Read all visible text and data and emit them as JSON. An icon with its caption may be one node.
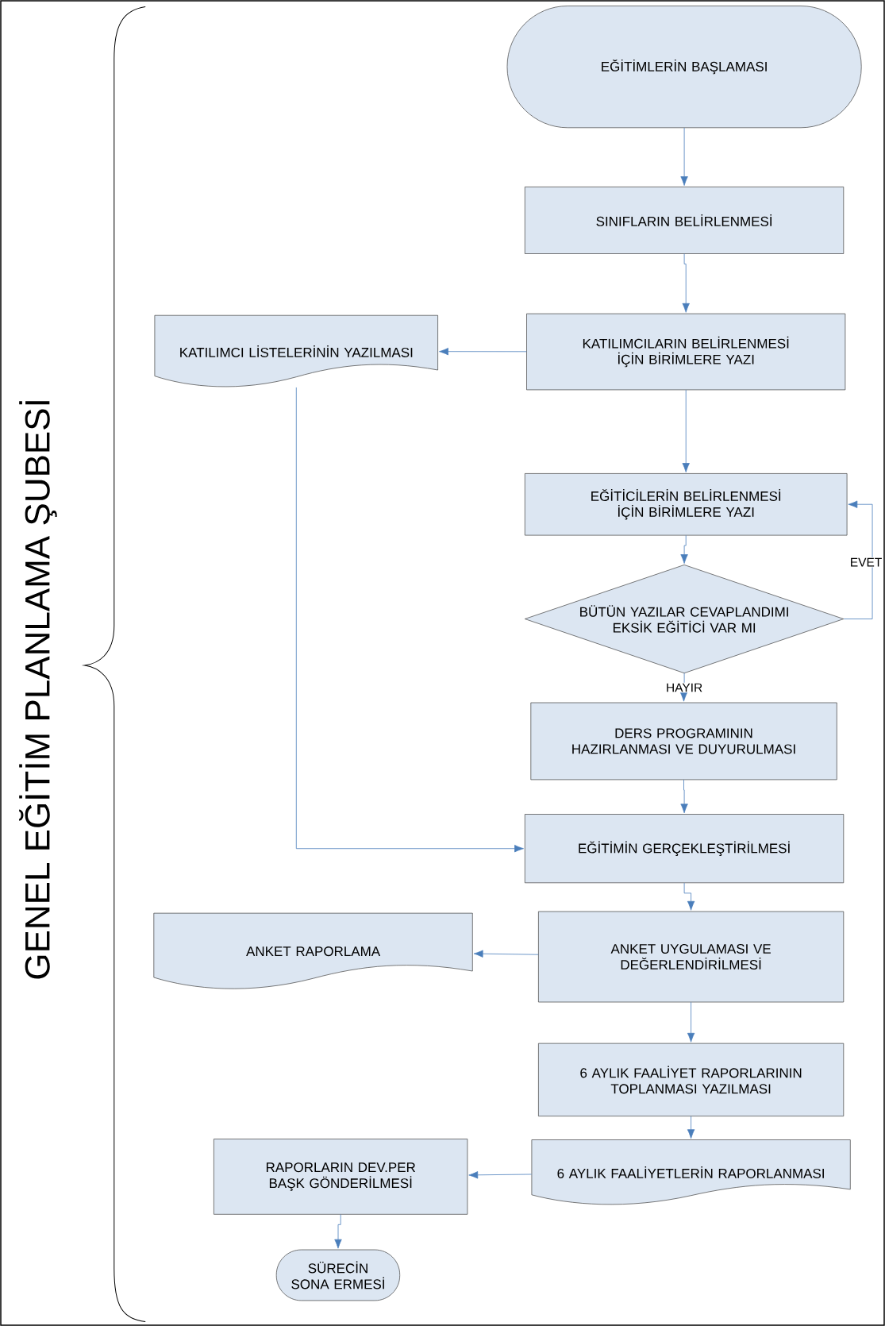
{
  "diagram": {
    "title": "GENEL EĞİTİM PLANLAMA ŞUBESİ",
    "nodes": [
      {
        "text": [
          "EĞİTİMLERİN BAŞLAMASI"
        ]
      },
      {
        "text": [
          "SINIFLARIN BELİRLENMESİ"
        ]
      },
      {
        "text": [
          "KATILIMCILARIN BELİRLENMESİ İÇİN BİRİMLERE YAZI"
        ]
      },
      {
        "text": [
          "KATILIMCI LİSTELERİNİN YAZILMASI"
        ]
      },
      {
        "text": [
          "EĞİTİCİLERİN BELİRLENMESİ İÇİN BİRİMLERE YAZI"
        ]
      },
      {
        "text": [
          "BÜTÜN YAZILAR CEVAPLANDIMI EKSİK EĞİTİCİ VAR MI"
        ]
      },
      {
        "text": [
          "DERS PROGRAMININ HAZIRLANMASI VE DUYURULMASI"
        ]
      },
      {
        "text": [
          "EĞİTİMİN GERÇEKLEŞTİRİLMESİ"
        ]
      },
      {
        "text": [
          "ANKET RAPORLAMA"
        ]
      },
      {
        "text": [
          "ANKET UYGULAMASI VE DEĞERLENDİRİLMESİ"
        ]
      },
      {
        "text": [
          "6 AYLIK FAALİYET RAPORLARININ TOPLANMASI YAZILMASI"
        ]
      },
      {
        "text": [
          "6 AYLIK FAALİYETLERİN RAPORLANMASI"
        ]
      },
      {
        "text": [
          "RAPORLARIN DEV.PER BAŞK GÖNDERİLMESİ"
        ]
      },
      {
        "text": [
          "SÜRECİN SONA ERMESİ"
        ]
      }
    ],
    "edges": [
      {
        "from": 0,
        "to": 1,
        "arrow": "to"
      },
      {
        "from": 1,
        "to": 2,
        "arrow": "to"
      },
      {
        "from": 2,
        "to": 3,
        "arrow": "to"
      },
      {
        "from": 2,
        "to": 4,
        "arrow": "to"
      },
      {
        "from": 4,
        "to": 5,
        "arrow": "to"
      },
      {
        "from": 5,
        "to": 4,
        "arrow": "to",
        "label": "EVET"
      },
      {
        "from": 5,
        "to": 6,
        "arrow": "to",
        "label": "HAYIR"
      },
      {
        "from": 6,
        "to": 7,
        "arrow": "to"
      },
      {
        "from": 3,
        "to": 7,
        "arrow": "to"
      },
      {
        "from": 7,
        "to": 9,
        "arrow": "to"
      },
      {
        "from": 9,
        "to": 8,
        "arrow": "to"
      },
      {
        "from": 9,
        "to": 10,
        "arrow": "to"
      },
      {
        "from": 10,
        "to": 11,
        "arrow": "to"
      },
      {
        "from": 11,
        "to": 12,
        "arrow": "to"
      },
      {
        "from": 12,
        "to": 13,
        "arrow": "to"
      }
    ]
  }
}
